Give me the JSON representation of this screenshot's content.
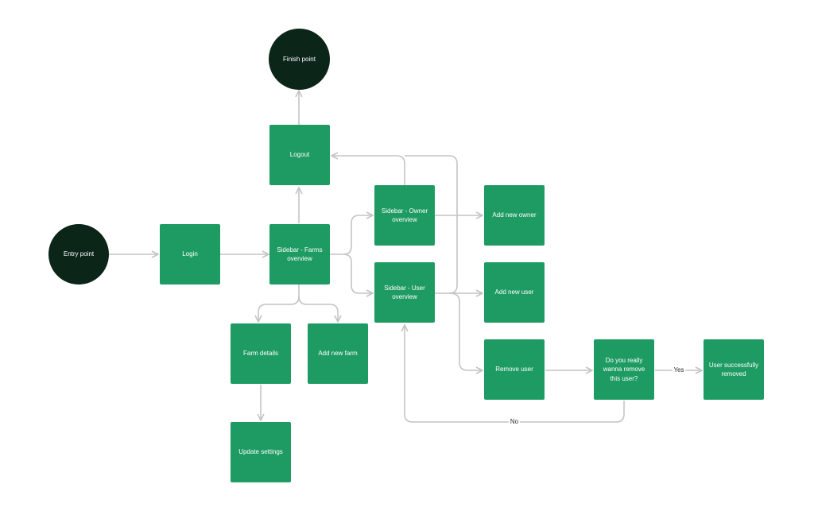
{
  "nodes": {
    "entry": "Entry point",
    "login": "Login",
    "farms": "Sidebar - Farms overview",
    "logout": "Logout",
    "finish": "Finish point",
    "owner": "Sidebar - Owner overview",
    "user": "Sidebar - User overview",
    "add_owner": "Add new owner",
    "add_user": "Add new user",
    "remove_user": "Remove user",
    "confirm": "Do you really wanna remove this user?",
    "removed": "User successfully removed",
    "farm_details": "Farm details",
    "add_farm": "Add new farm",
    "update_settings": "Update settings"
  },
  "edge_labels": {
    "yes": "Yes",
    "no": "No"
  },
  "colors": {
    "box": "#1e9b63",
    "terminal": "#0b2519",
    "edge": "#c4c4c4"
  }
}
